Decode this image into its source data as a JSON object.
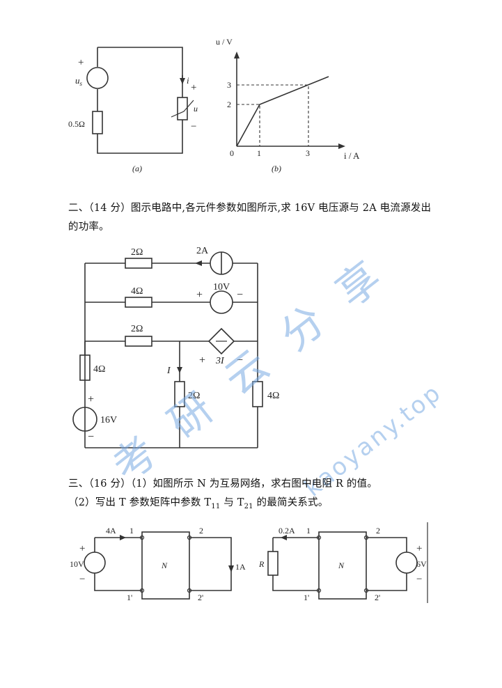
{
  "fig1": {
    "left": {
      "plus": "+",
      "minus": "−",
      "us": "u",
      "us_sub": "s",
      "r": "0.5Ω",
      "i": "i",
      "u": "u",
      "caption": "(a)"
    },
    "right": {
      "ylabel": "u / V",
      "xlabel": "i / A",
      "origin": "0",
      "yticks": [
        "2",
        "3"
      ],
      "xticks": [
        "1",
        "3"
      ],
      "caption": "(b)"
    }
  },
  "q2": {
    "line1": "二、（14 分）图示电路中,各元件参数如图所示,求 16V 电压源与 2A 电流源发出",
    "line2": "的功率。",
    "circuit": {
      "r_top": "2Ω",
      "src_current": "2A",
      "r_mid": "4Ω",
      "src_voltage": "10V",
      "plus": "+",
      "minus": "−",
      "r_third": "2Ω",
      "dep_src": "3I",
      "r_left": "4Ω",
      "src_16": "16V",
      "r_center": "2Ω",
      "r_right": "4Ω",
      "current": "I"
    }
  },
  "q3": {
    "line1": "三、（16 分）（1）如图所示 N 为互易网络，求右图中电阻 R 的值。",
    "line2_prefix": "（2）写出 T 参数矩阵中参数 T",
    "t11_sub": "11",
    "line2_mid": " 与 T",
    "t21_sub": "21",
    "line2_suffix": " 的最简关系式。",
    "left": {
      "i_in": "4A",
      "v_src": "10V",
      "n": "N",
      "i_out": "1A",
      "p1": "1",
      "p1p": "1'",
      "p2": "2",
      "p2p": "2'",
      "plus": "+",
      "minus": "−"
    },
    "right": {
      "i_in": "0.2A",
      "r": "R",
      "n": "N",
      "v_src": "6V",
      "p1": "1",
      "p1p": "1'",
      "p2": "2",
      "p2p": "2'",
      "plus": "+",
      "minus": "−"
    }
  },
  "watermark": {
    "cn": "考研云分享",
    "url": "kaoyany.top"
  }
}
